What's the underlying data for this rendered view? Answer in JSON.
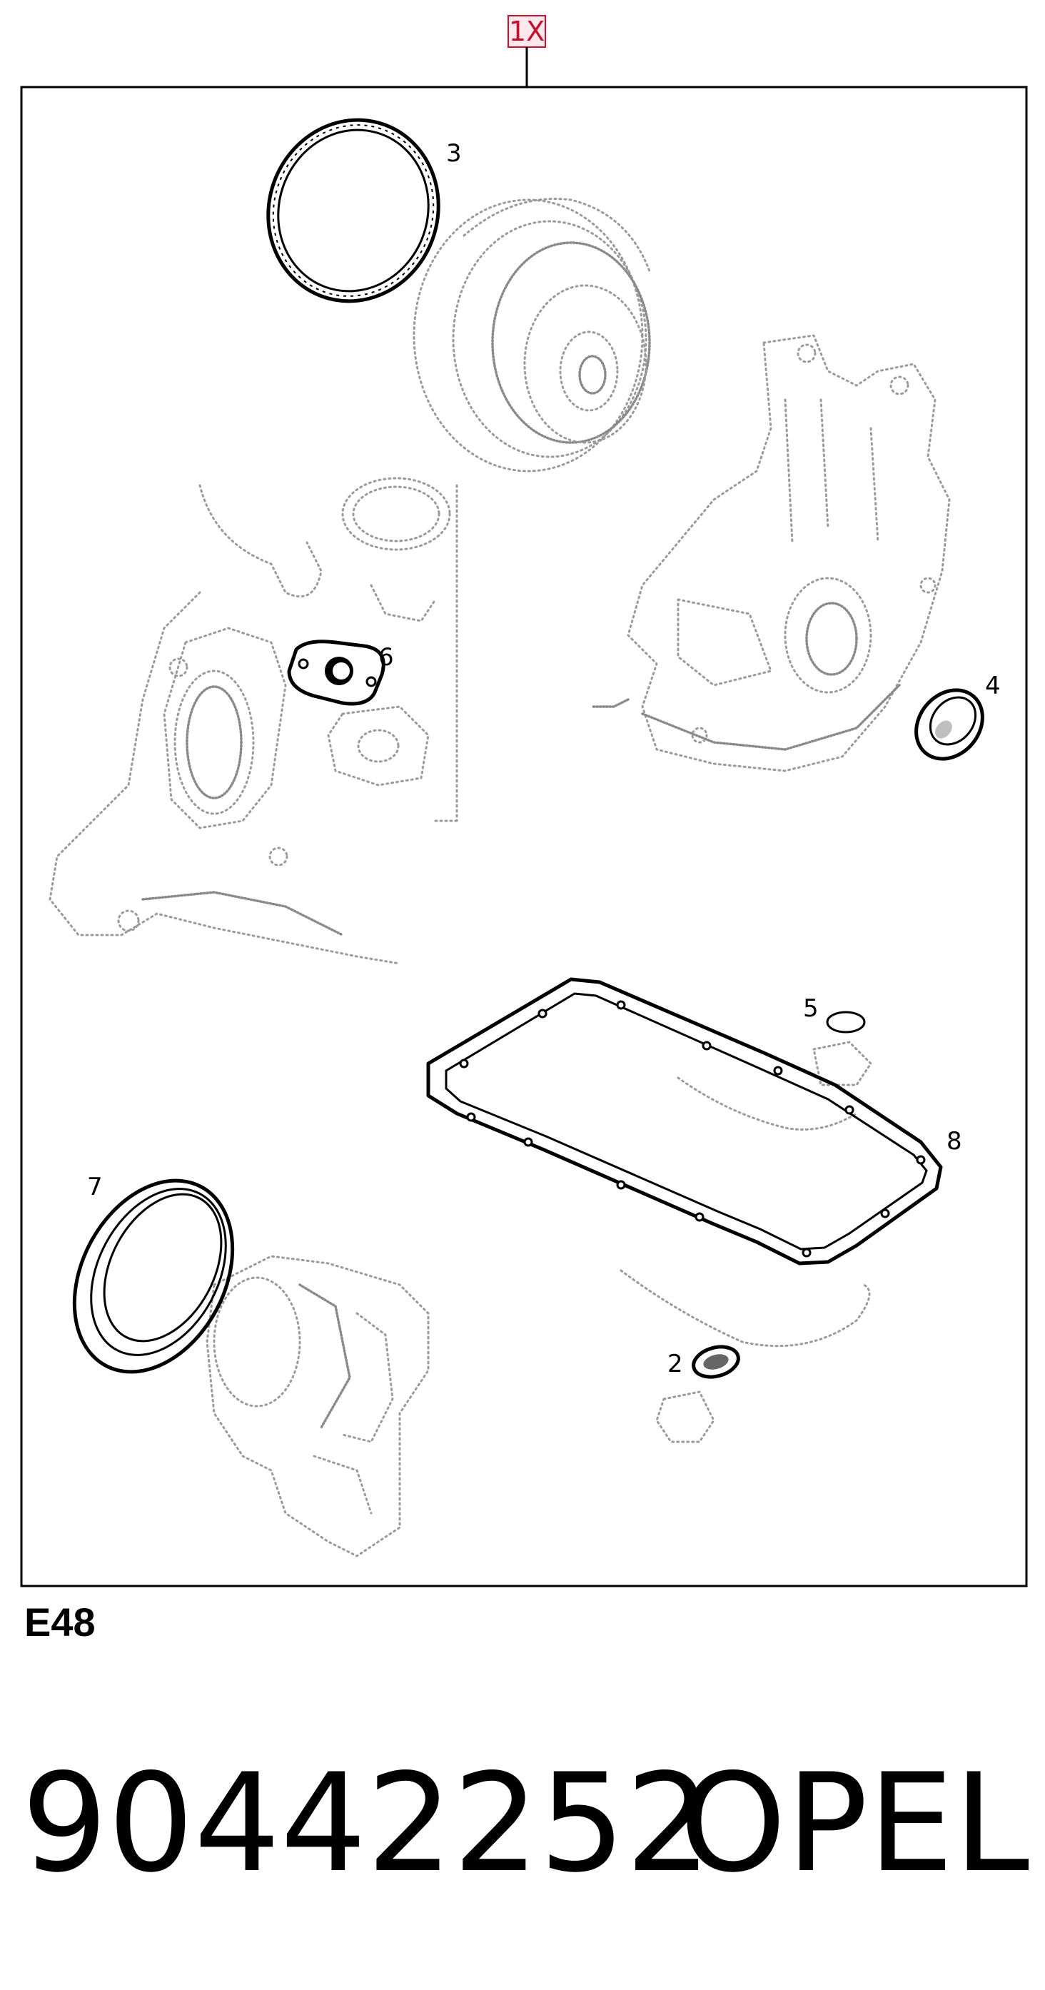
{
  "quantity_label": "1X",
  "callouts": {
    "c2": "2",
    "c3": "3",
    "c4": "4",
    "c5": "5",
    "c6": "6",
    "c7": "7",
    "c8": "8"
  },
  "figure_code": "E48",
  "part_number": "90442252",
  "brand": "OPEL",
  "colors": {
    "quantity_box": "#c8102e",
    "ink": "#000000",
    "ghost_line": "#9a9a9a"
  }
}
